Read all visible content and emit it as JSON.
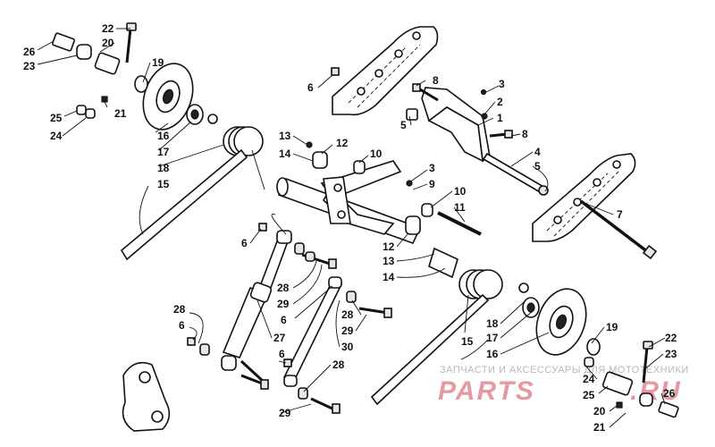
{
  "callouts": [
    {
      "id": "c26a",
      "label": "26"
    },
    {
      "id": "c22a",
      "label": "22"
    },
    {
      "id": "c20a",
      "label": "20"
    },
    {
      "id": "c23a",
      "label": "23"
    },
    {
      "id": "c19a",
      "label": "19"
    },
    {
      "id": "c21a",
      "label": "21"
    },
    {
      "id": "c25a",
      "label": "25"
    },
    {
      "id": "c24a",
      "label": "24"
    },
    {
      "id": "c16a",
      "label": "16"
    },
    {
      "id": "c17a",
      "label": "17"
    },
    {
      "id": "c18a",
      "label": "18"
    },
    {
      "id": "c15a",
      "label": "15"
    },
    {
      "id": "c6a",
      "label": "6"
    },
    {
      "id": "c8a",
      "label": "8"
    },
    {
      "id": "c3a",
      "label": "3"
    },
    {
      "id": "c2",
      "label": "2"
    },
    {
      "id": "c1",
      "label": "1"
    },
    {
      "id": "c5a",
      "label": "5"
    },
    {
      "id": "c8b",
      "label": "8"
    },
    {
      "id": "c4",
      "label": "4"
    },
    {
      "id": "c5b",
      "label": "5"
    },
    {
      "id": "c7",
      "label": "7"
    },
    {
      "id": "c13a",
      "label": "13"
    },
    {
      "id": "c12a",
      "label": "12"
    },
    {
      "id": "c14a",
      "label": "14"
    },
    {
      "id": "c10a",
      "label": "10"
    },
    {
      "id": "c3b",
      "label": "3"
    },
    {
      "id": "c9",
      "label": "9"
    },
    {
      "id": "c10b",
      "label": "10"
    },
    {
      "id": "c11",
      "label": "11"
    },
    {
      "id": "c12b",
      "label": "12"
    },
    {
      "id": "c13b",
      "label": "13"
    },
    {
      "id": "c14b",
      "label": "14"
    },
    {
      "id": "c6b",
      "label": "6"
    },
    {
      "id": "c28a",
      "label": "28"
    },
    {
      "id": "c29a",
      "label": "29"
    },
    {
      "id": "c6c",
      "label": "6"
    },
    {
      "id": "c28b",
      "label": "28"
    },
    {
      "id": "c6d",
      "label": "6"
    },
    {
      "id": "c27",
      "label": "27"
    },
    {
      "id": "c29b",
      "label": "29"
    },
    {
      "id": "c30",
      "label": "30"
    },
    {
      "id": "c6e",
      "label": "6"
    },
    {
      "id": "c28c",
      "label": "28"
    },
    {
      "id": "c28d",
      "label": "28"
    },
    {
      "id": "c29c",
      "label": "29"
    },
    {
      "id": "c18b",
      "label": "18"
    },
    {
      "id": "c17b",
      "label": "17"
    },
    {
      "id": "c16b",
      "label": "16"
    },
    {
      "id": "c15b",
      "label": "15"
    },
    {
      "id": "c19b",
      "label": "19"
    },
    {
      "id": "c22b",
      "label": "22"
    },
    {
      "id": "c23b",
      "label": "23"
    },
    {
      "id": "c24b",
      "label": "24"
    },
    {
      "id": "c25b",
      "label": "25"
    },
    {
      "id": "c26b",
      "label": "26"
    },
    {
      "id": "c20b",
      "label": "20"
    },
    {
      "id": "c21b",
      "label": "21"
    }
  ],
  "watermark": {
    "tagline": "ЗАПЧАСТИ И АКСЕССУАРЫ ДЛЯ МОТОТЕХНИКИ",
    "brand_left": "PARTS",
    "brand_right": ".RU"
  }
}
